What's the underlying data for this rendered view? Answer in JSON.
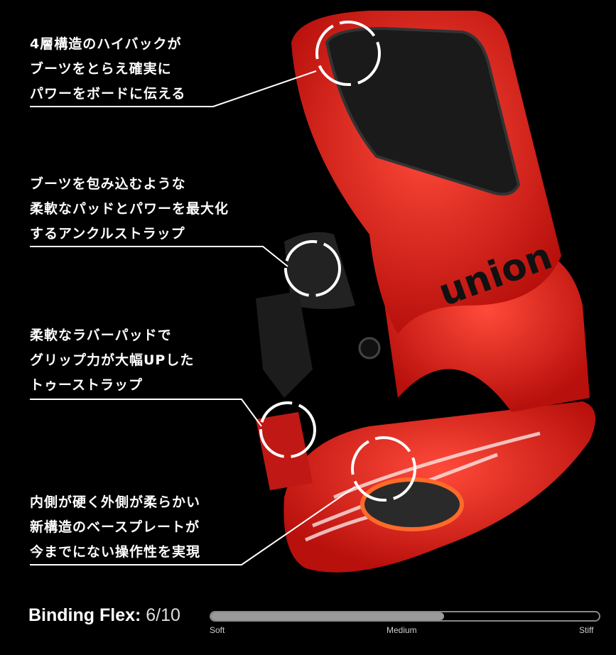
{
  "callouts": [
    {
      "lines": [
        "4層構造のハイバックが",
        "ブーツをとらえ確実に",
        "パワーをボードに伝える"
      ]
    },
    {
      "lines": [
        "ブーツを包み込むような",
        "柔軟なパッドとパワーを最大化",
        "するアンクルストラップ"
      ]
    },
    {
      "lines": [
        "柔軟なラバーパッドで",
        "グリップ力が大幅UPした",
        "トゥーストラップ"
      ]
    },
    {
      "lines": [
        "内側が硬く外側が柔らかい",
        "新構造のベースプレートが",
        "今までにない操作性を実現"
      ]
    }
  ],
  "product": {
    "logo_text": "union",
    "color": "#e0201c"
  },
  "flex": {
    "label": "Binding Flex:",
    "value": "6/10",
    "level": 0.6,
    "scale": [
      "Soft",
      "Medium",
      "Stiff"
    ]
  }
}
